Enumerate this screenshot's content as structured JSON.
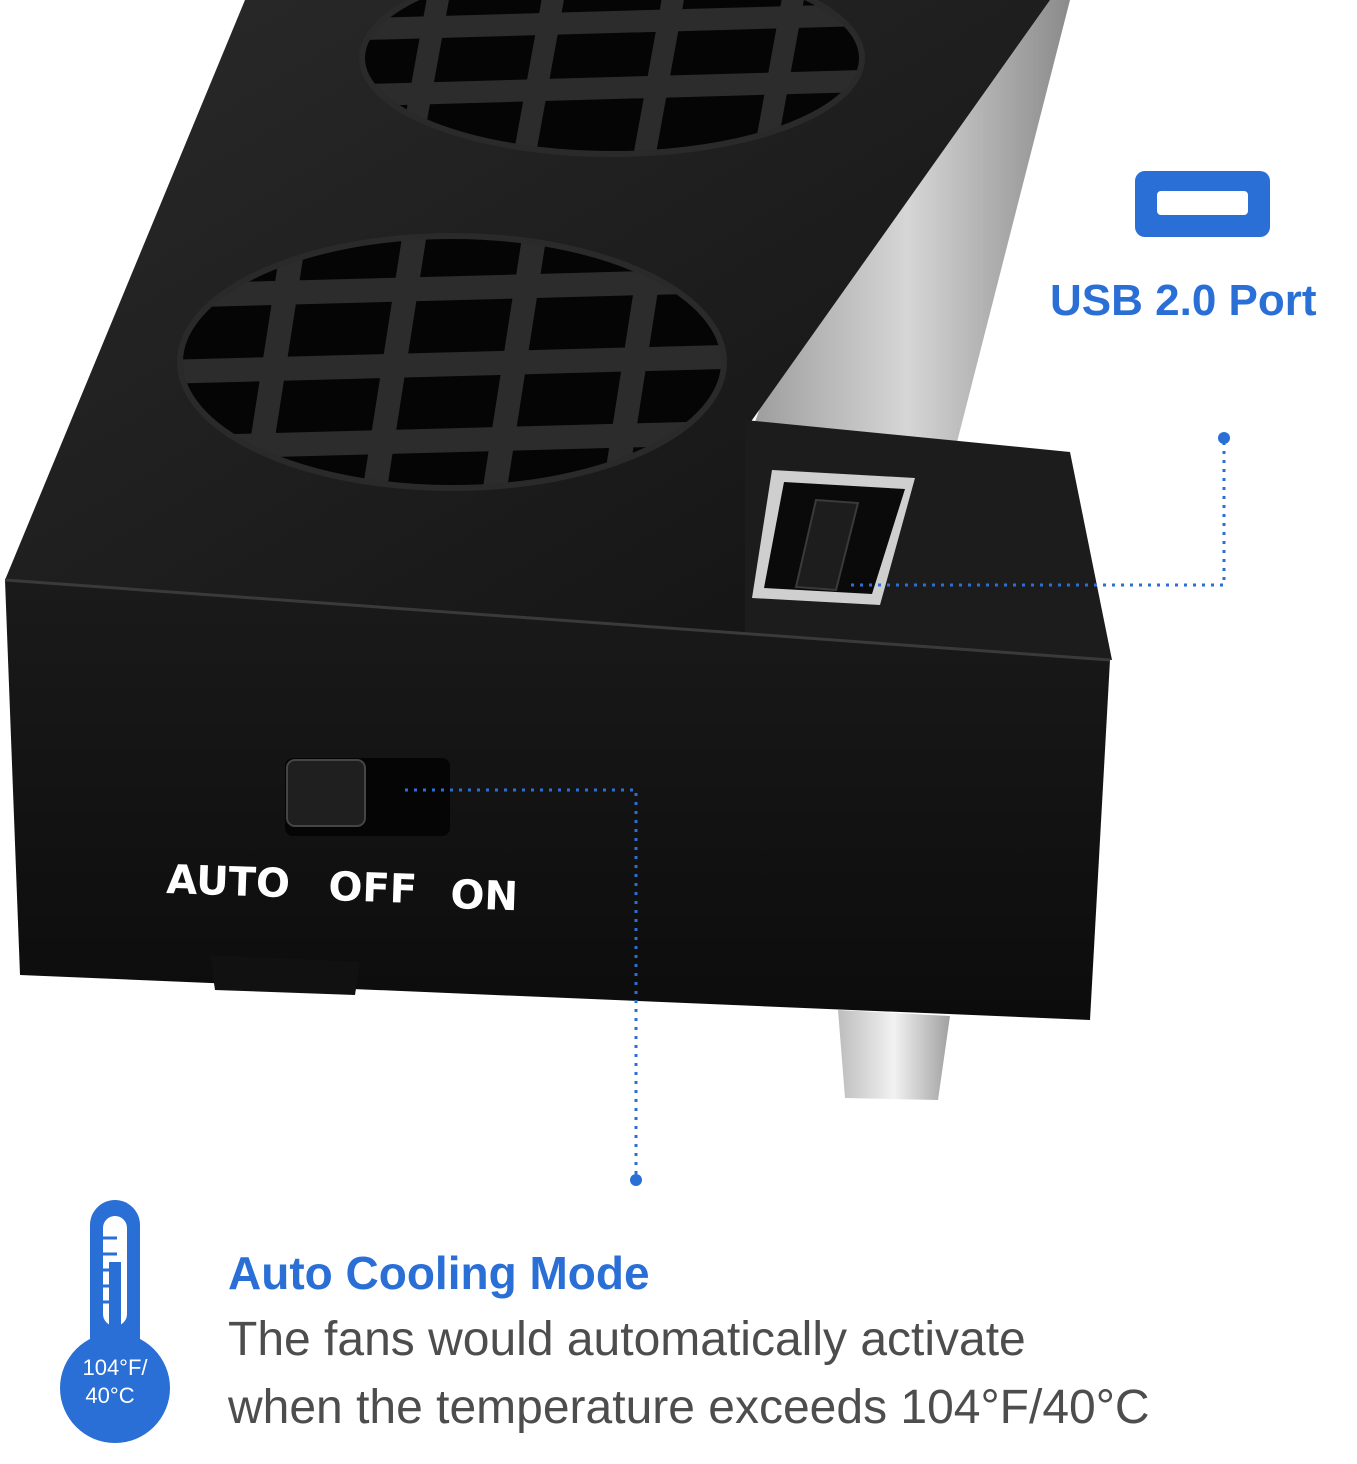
{
  "colors": {
    "accent": "#2a6fd6",
    "device": "#151515",
    "text_gray": "#4d4d4d"
  },
  "usb_callout": {
    "icon": "usb-port-icon",
    "label": "USB 2.0 Port"
  },
  "switch": {
    "labels": [
      "AUTO",
      "OFF",
      "ON"
    ]
  },
  "auto_cooling": {
    "icon": "thermometer-icon",
    "icon_text_line1": "104°F/",
    "icon_text_line2": "40°C",
    "title": "Auto Cooling Mode",
    "body_line1": "The fans would automatically activate",
    "body_line2": "when the temperature exceeds 104°F/40°C"
  }
}
